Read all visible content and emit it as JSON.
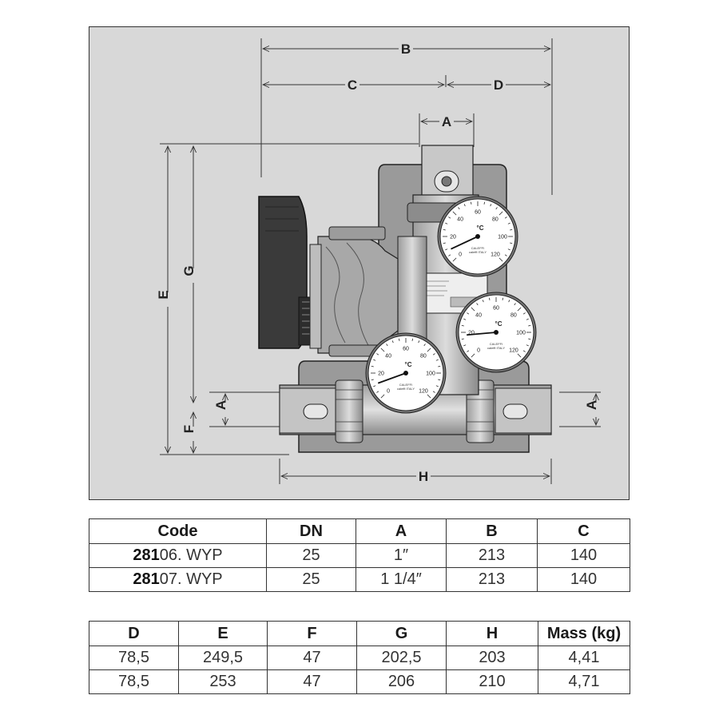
{
  "diagram": {
    "dimension_labels": {
      "B": "B",
      "C": "C",
      "D": "D",
      "A_top": "A",
      "E": "E",
      "G": "G",
      "A_left": "A",
      "F": "F",
      "A_right": "A",
      "H": "H"
    },
    "gauge": {
      "unit": "°C",
      "ticks": [
        "0",
        "20",
        "40",
        "60",
        "80",
        "100",
        "120"
      ],
      "brand_line_1": "CALEFFI",
      "brand_line_2": "caleffi ITALY"
    }
  },
  "table_1": {
    "headers": [
      "Code",
      "DN",
      "A",
      "B",
      "C"
    ],
    "rows": [
      {
        "code_bold": "281",
        "code_rest": "06. WYP",
        "dn": "25",
        "a": "1″",
        "b": "213",
        "c": "140"
      },
      {
        "code_bold": "281",
        "code_rest": "07. WYP",
        "dn": "25",
        "a": "1 1/4″",
        "b": "213",
        "c": "140"
      }
    ]
  },
  "table_2": {
    "headers": [
      "D",
      "E",
      "F",
      "G",
      "H",
      "Mass (kg)"
    ],
    "rows": [
      {
        "d": "78,5",
        "e": "249,5",
        "f": "47",
        "g": "202,5",
        "h": "203",
        "mass": "4,41"
      },
      {
        "d": "78,5",
        "e": "253",
        "f": "47",
        "g": "206",
        "h": "210",
        "mass": "4,71"
      }
    ]
  },
  "colors": {
    "frame_bg": "#d8d8d8",
    "plate_gray": "#9a9a9a",
    "metal_light": "#c8c8c8",
    "pump_dark": "#3a3a3a",
    "line": "#222222"
  }
}
